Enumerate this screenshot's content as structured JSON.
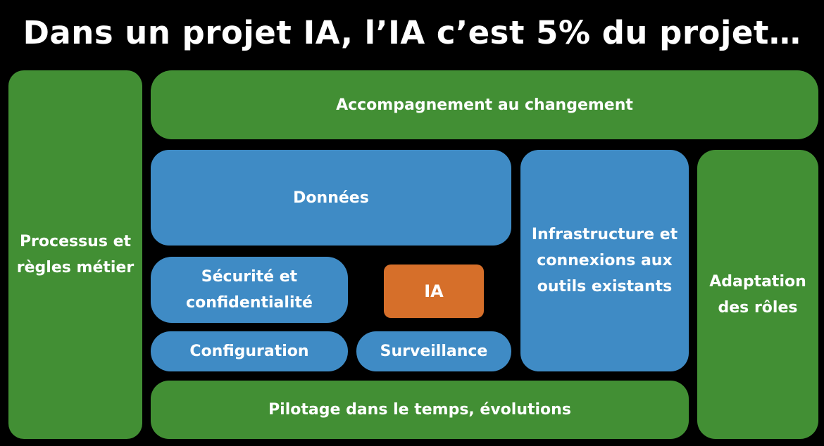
{
  "title": "Dans un projet IA, l’IA c’est 5% du projet…",
  "colors": {
    "background": "#000000",
    "green": "#428f34",
    "blue": "#3f8bc5",
    "orange": "#d66f2a",
    "text": "#ffffff"
  },
  "blocks": {
    "processus": [
      "Processus et",
      "règles métier"
    ],
    "accompagnement": "Accompagnement au changement",
    "donnees": "Données",
    "infrastructure": [
      "Infrastructure et",
      "connexions aux",
      "outils existants"
    ],
    "adaptation": [
      "Adaptation",
      "des rôles"
    ],
    "securite": [
      "Sécurité et",
      "confidentialité"
    ],
    "ia": "IA",
    "configuration": "Configuration",
    "surveillance": "Surveillance",
    "pilotage": "Pilotage dans le temps, évolutions"
  }
}
